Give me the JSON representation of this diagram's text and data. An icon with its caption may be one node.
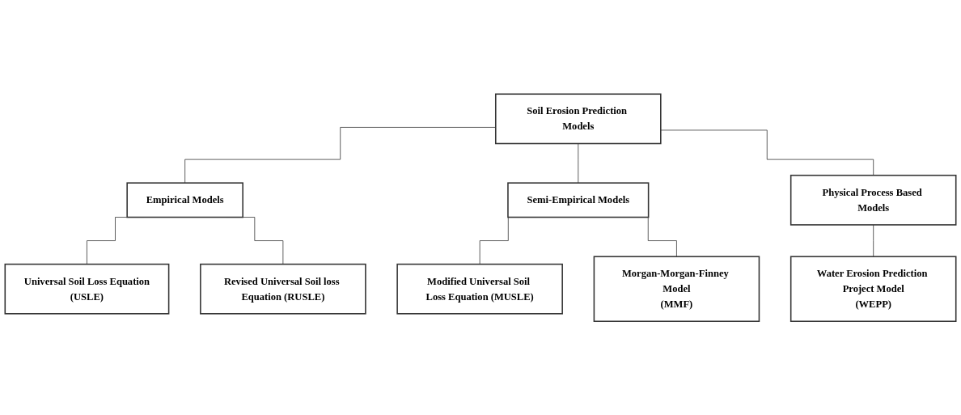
{
  "diagram": {
    "nodes": [
      {
        "text": [
          "Soil Erosion Prediction Models"
        ]
      },
      {
        "text": [
          "Empirical Models"
        ]
      },
      {
        "text": [
          "Semi-Empirical Models"
        ]
      },
      {
        "text": [
          "Physical Process Based Models"
        ]
      },
      {
        "text": [
          "Universal Soil Loss Equation",
          "(USLE)"
        ]
      },
      {
        "text": [
          "Revised Universal Soil loss Equation (RUSLE)"
        ]
      },
      {
        "text": [
          "Modified Universal Soil Loss Equation (MUSLE)"
        ]
      },
      {
        "text": [
          "Morgan-Morgan-Finney Model",
          "(MMF)"
        ]
      },
      {
        "text": [
          "Water Erosion Prediction Project Model",
          "(WEPP)"
        ]
      }
    ],
    "edges": [
      {
        "from": 0,
        "to": 1,
        "arrow": "none"
      },
      {
        "from": 0,
        "to": 2,
        "arrow": "none"
      },
      {
        "from": 0,
        "to": 3,
        "arrow": "none"
      },
      {
        "from": 1,
        "to": 4,
        "arrow": "none"
      },
      {
        "from": 1,
        "to": 5,
        "arrow": "none"
      },
      {
        "from": 2,
        "to": 6,
        "arrow": "none"
      },
      {
        "from": 2,
        "to": 7,
        "arrow": "none"
      },
      {
        "from": 3,
        "to": 8,
        "arrow": "none"
      }
    ]
  }
}
